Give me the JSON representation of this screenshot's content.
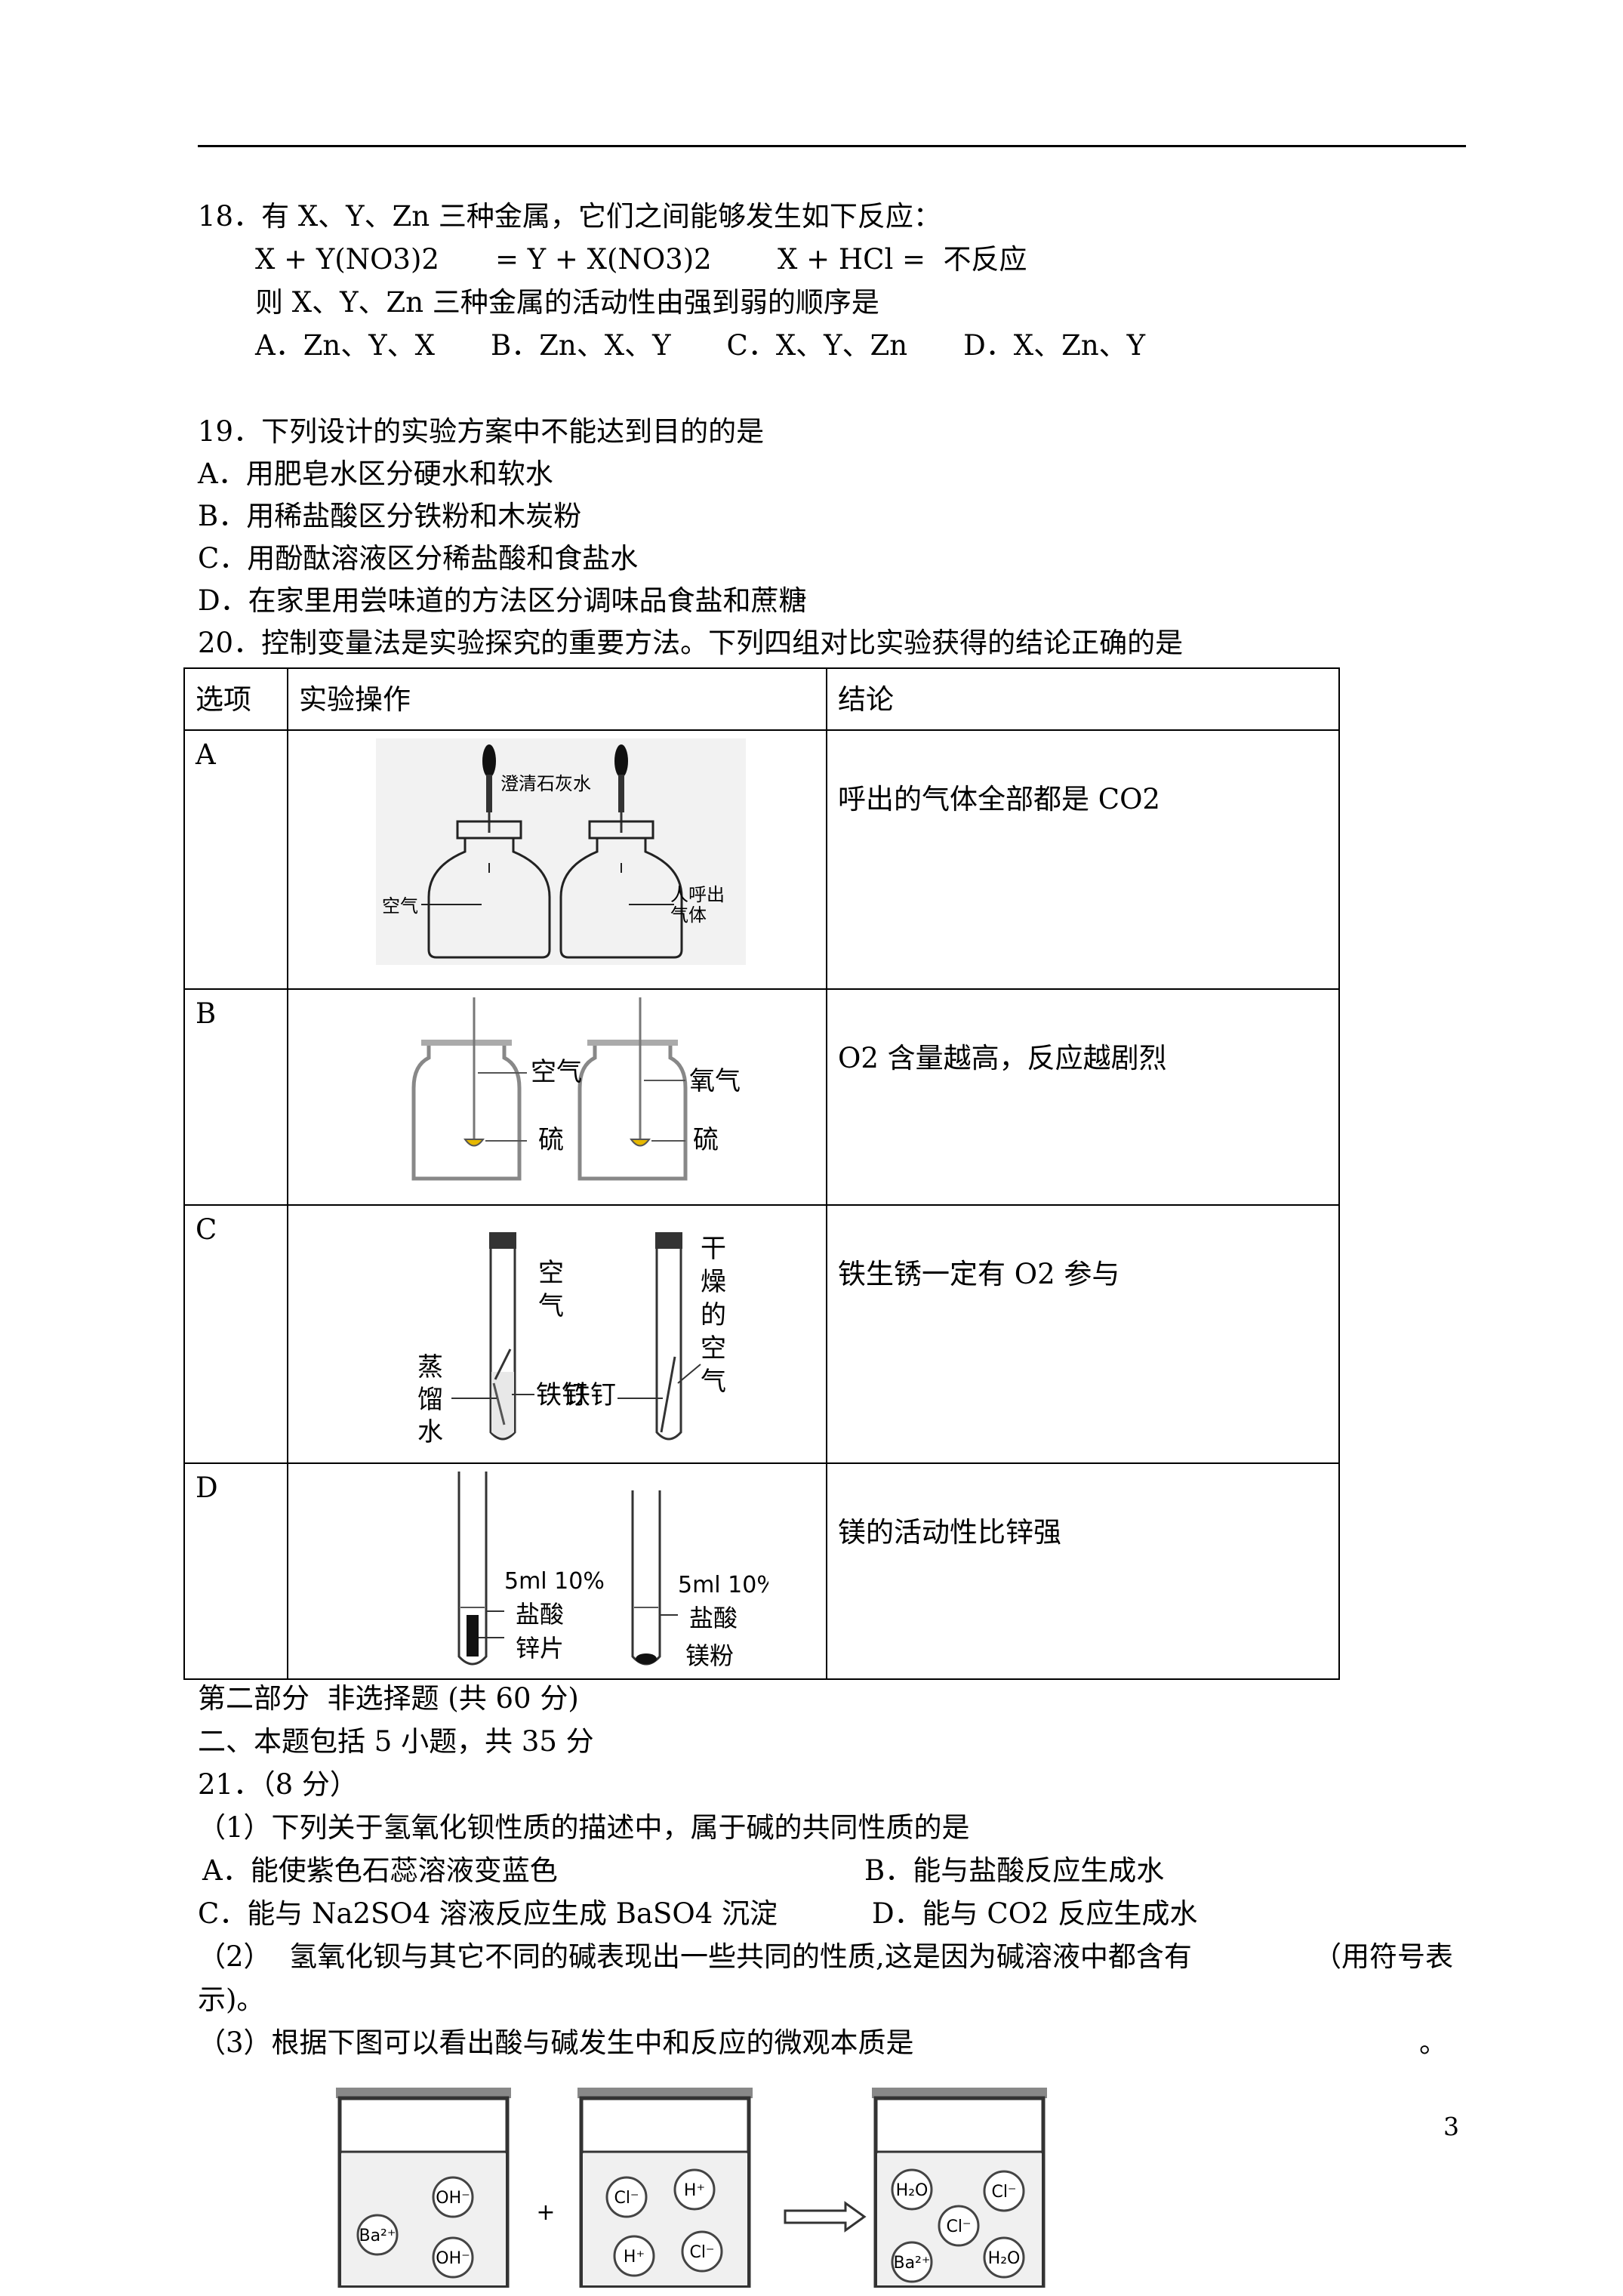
{
  "q18": {
    "stem": "18．有 X、Y、Zn 三种金属，它们之间能够发生如下反应：",
    "reaction1": "X + Y(NO3)2　　= Y + X(NO3)2",
    "reaction2": "X + HCl =  不反应",
    "question": "则 X、Y、Zn 三种金属的活动性由强到弱的顺序是",
    "options": "A．Zn、Y、X　　B．Zn、X、Y　　C．X、Y、Zn　　D．X、Zn、Y"
  },
  "q19": {
    "stem": "19．下列设计的实验方案中不能达到目的的是",
    "a": "A．用肥皂水区分硬水和软水",
    "b": "B．用稀盐酸区分铁粉和木炭粉",
    "c": "C．用酚酞溶液区分稀盐酸和食盐水",
    "d": "D．在家里用尝味道的方法区分调味品食盐和蔗糖"
  },
  "q20": {
    "stem": "20．控制变量法是实验探究的重要方法。下列四组对比实验获得的结论正确的是",
    "headers": [
      "选项",
      "实验操作",
      "结论"
    ],
    "rows": [
      {
        "option": "A",
        "conclusion": "呼出的气体全部都是 CO2",
        "labels": {
          "dropper": "澄清石灰水",
          "left": "空气",
          "right1": "人呼出",
          "right2": "气体"
        }
      },
      {
        "option": "B",
        "conclusion": "O2 含量越高，反应越剧烈",
        "labels": {
          "left_gas": "空气",
          "left_solid": "硫",
          "right_gas": "氧气",
          "right_solid": "硫"
        }
      },
      {
        "option": "C",
        "conclusion": "铁生锈一定有 O2 参与",
        "labels": {
          "left_top": "空气",
          "left_side": "蒸馏水",
          "nail": "铁钉",
          "right_top": "干燥的空气"
        }
      },
      {
        "option": "D",
        "conclusion": "镁的活动性比锌强",
        "labels": {
          "acid_amount": "5ml 10%",
          "acid": "盐酸",
          "left_solid": "锌片",
          "right_solid": "镁粉"
        }
      }
    ]
  },
  "part2": {
    "title": "第二部分  非选择题 (共 60 分)",
    "section": "二、本题包括 5 小题，共 35 分"
  },
  "q21": {
    "stem": "21．（8 分）",
    "p1": "（1）下列关于氢氧化钡性质的描述中，属于碱的共同性质的是",
    "p1_a": "A．能使紫色石蕊溶液变蓝色",
    "p1_b": "B．能与盐酸反应生成水",
    "p1_c": "C．能与 Na2SO4 溶液反应生成 BaSO4 沉淀",
    "p1_d": "D．能与 CO2 反应生成水",
    "p2_line1": "（2）  氢氧化钡与其它不同的碱表现出一些共同的性质,这是因为碱溶液中都含有",
    "p2_tail": "（用符号表",
    "p2_line2": "示)。",
    "p3": "（3）根据下图可以看出酸与碱发生中和反应的微观本质是",
    "p3_end": "。",
    "fig": {
      "plus": "+",
      "beaker1": [
        "Ba²⁺",
        "OH⁻",
        "OH⁻"
      ],
      "beaker2": [
        "Cl⁻",
        "H⁺",
        "H⁺",
        "Cl⁻"
      ],
      "beaker3": [
        "H₂O",
        "Cl⁻",
        "Cl⁻",
        "Ba²⁺",
        "H₂O"
      ]
    }
  },
  "page_number": "3"
}
